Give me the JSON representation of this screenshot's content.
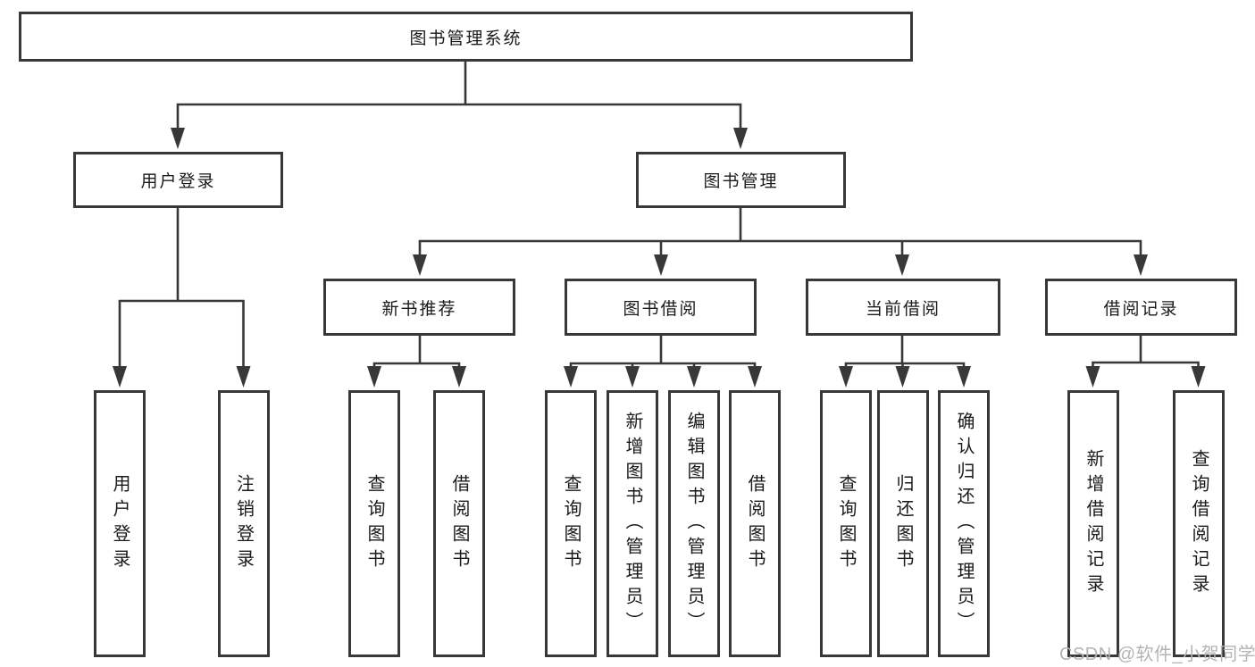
{
  "diagram": {
    "type": "hierarchy-tree",
    "colors": {
      "line": "#383838",
      "border": "#383838",
      "text": "#1a1a1a",
      "background": "#ffffff",
      "watermark": "#b4b4b4"
    },
    "tree": {
      "root": {
        "label": "图书管理系统"
      },
      "branches": [
        {
          "label": "用户登录",
          "children": [
            {
              "label": "用户登录"
            },
            {
              "label": "注销登录"
            }
          ]
        },
        {
          "label": "图书管理",
          "children": [
            {
              "label": "新书推荐",
              "children": [
                {
                  "label": "查询图书"
                },
                {
                  "label": "借阅图书"
                }
              ]
            },
            {
              "label": "图书借阅",
              "children": [
                {
                  "label": "查询图书"
                },
                {
                  "label": "新增图书（管理员）"
                },
                {
                  "label": "编辑图书（管理员）"
                },
                {
                  "label": "借阅图书"
                }
              ]
            },
            {
              "label": "当前借阅",
              "children": [
                {
                  "label": "查询图书"
                },
                {
                  "label": "归还图书"
                },
                {
                  "label": "确认归还（管理员）"
                }
              ]
            },
            {
              "label": "借阅记录",
              "children": [
                {
                  "label": "新增借阅记录"
                },
                {
                  "label": "查询借阅记录"
                }
              ]
            }
          ]
        }
      ]
    },
    "watermark": {
      "label": "CSDN @软件_小贺同学"
    }
  }
}
